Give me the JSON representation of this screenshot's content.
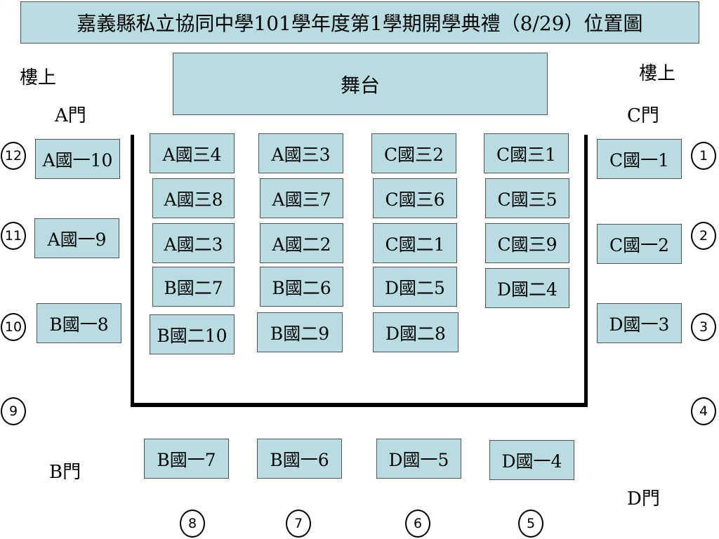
{
  "title": "嘉義縣私立協同中學101學年度第1學期開學典禮（8/29）位置圖",
  "stage": "舞台",
  "labels": {
    "upstairs_left": "樓上",
    "upstairs_right": "樓上",
    "door_a": "A門",
    "door_b": "B門",
    "door_c": "C門",
    "door_d": "D門"
  },
  "seats": {
    "inner": [
      [
        "A國三4",
        "A國三3",
        "C國三2",
        "C國三1"
      ],
      [
        "A國三8",
        "A國三7",
        "C國三6",
        "C國三5"
      ],
      [
        "A國二3",
        "A國二2",
        "C國二1",
        "C國三9"
      ],
      [
        "B國二7",
        "B國二6",
        "D國二5",
        "D國二4"
      ],
      [
        "B國二10",
        "B國二9",
        "D國二8"
      ]
    ],
    "left": [
      "A國一10",
      "A國一9",
      "B國一8"
    ],
    "right": [
      "C國一1",
      "C國一2",
      "D國一3"
    ],
    "bottom": [
      "B國一7",
      "B國一6",
      "D國一5",
      "D國一4"
    ]
  },
  "numbers": {
    "right": [
      "1",
      "2",
      "3",
      "4"
    ],
    "bottom": [
      "5",
      "6",
      "7",
      "8"
    ],
    "left": [
      "9",
      "10",
      "11",
      "12"
    ]
  }
}
